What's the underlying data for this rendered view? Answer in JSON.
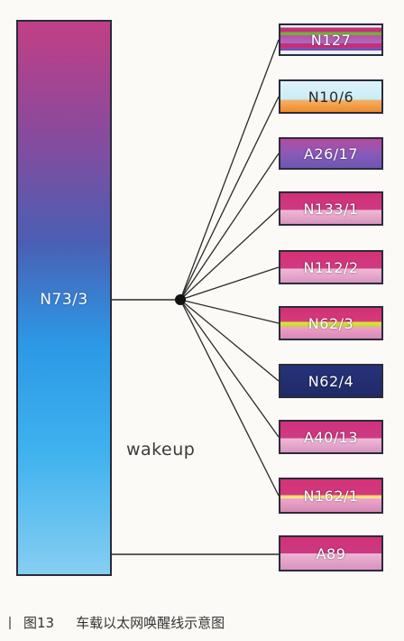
{
  "main_unit": {
    "label": "N73/3"
  },
  "signal_label": "wakeup",
  "nodes": [
    {
      "label": "N127"
    },
    {
      "label": "N10/6"
    },
    {
      "label": "A26/17"
    },
    {
      "label": "N133/1"
    },
    {
      "label": "N112/2"
    },
    {
      "label": "N62/3"
    },
    {
      "label": "N62/4"
    },
    {
      "label": "A40/13"
    },
    {
      "label": "N162/1"
    },
    {
      "label": "A89"
    }
  ],
  "caption": {
    "number": "图13",
    "text": "车载以太网唤醒线示意图"
  }
}
